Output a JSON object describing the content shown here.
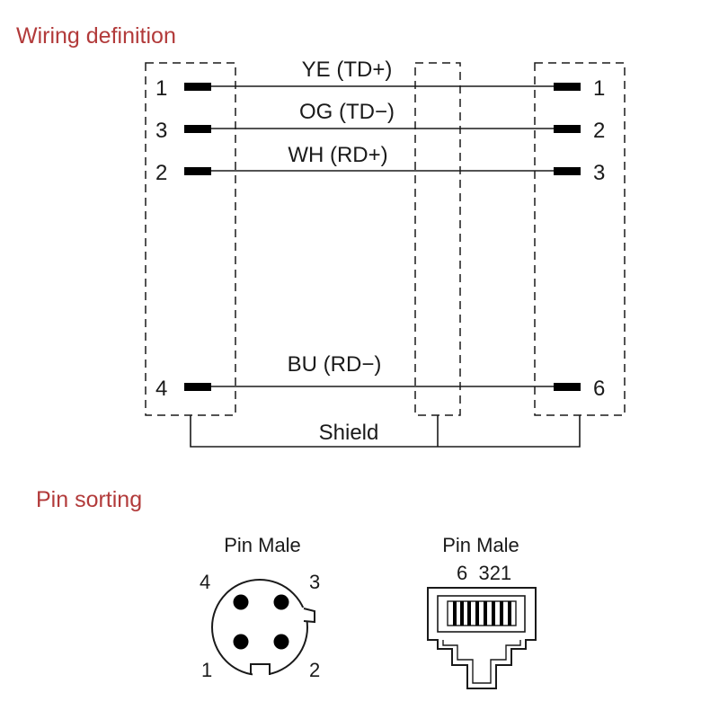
{
  "wiring": {
    "title": "Wiring definition",
    "wires": [
      {
        "label": "YE (TD+)",
        "left_pin": "1",
        "right_pin": "1"
      },
      {
        "label": "OG (TD−)",
        "left_pin": "3",
        "right_pin": "2"
      },
      {
        "label": "WH (RD+)",
        "left_pin": "2",
        "right_pin": "3"
      },
      {
        "label": "BU (RD−)",
        "left_pin": "4",
        "right_pin": "6"
      }
    ],
    "shield_label": "Shield"
  },
  "pins": {
    "title": "Pin sorting",
    "m12": {
      "caption": "Pin Male",
      "pins": [
        "4",
        "3",
        "1",
        "2"
      ]
    },
    "rj45": {
      "caption": "Pin Male",
      "pin_labels": "6  321"
    }
  },
  "colors": {
    "title": "#b23a3a",
    "line": "#1a1a1a"
  }
}
